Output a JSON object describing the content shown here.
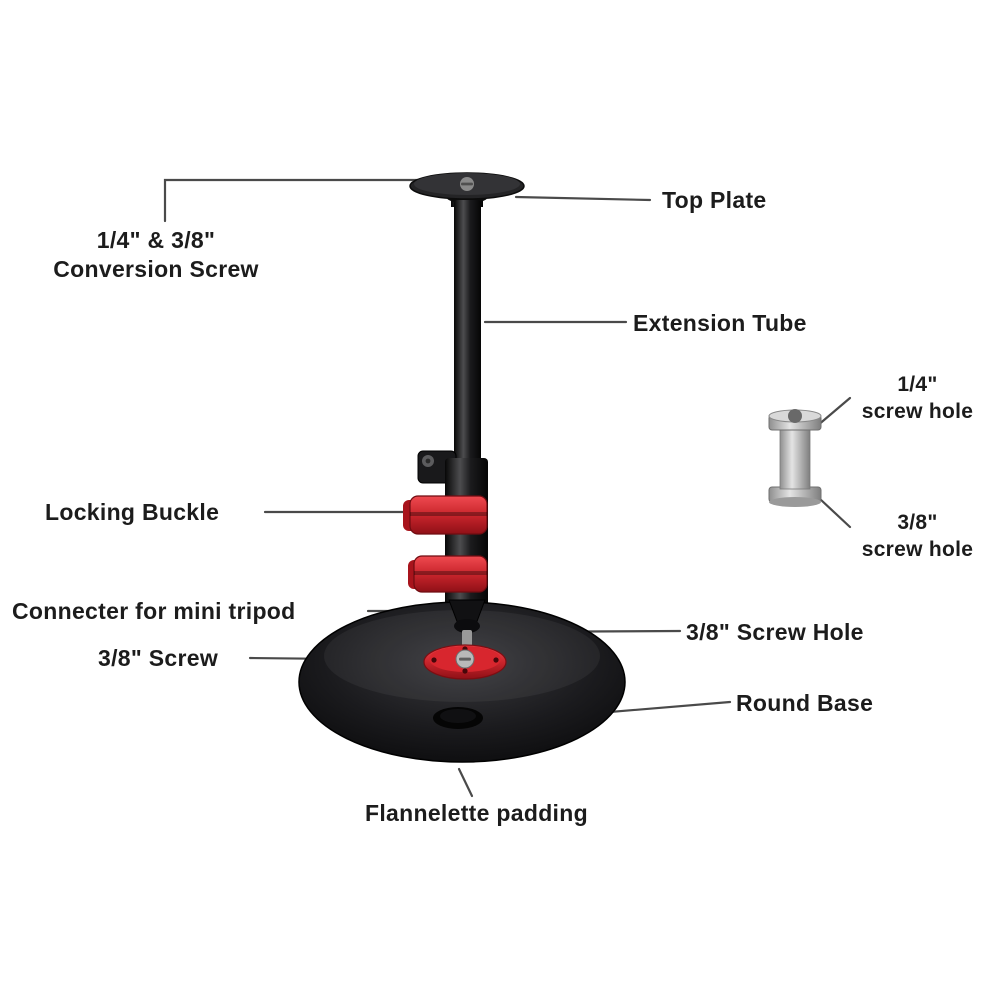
{
  "diagram": {
    "title": "Desktop light stand parts diagram",
    "labels": {
      "top_plate": "Top Plate",
      "conversion_screw_line1": "1/4\" & 3/8\"",
      "conversion_screw_line2": "Conversion Screw",
      "extension_tube": "Extension Tube",
      "quarter_hole_line1": "1/4\"",
      "quarter_hole_line2": "screw hole",
      "locking_buckle": "Locking Buckle",
      "connecter_mini_tripod": "Connecter for mini tripod",
      "three_eighth_screw": "3/8\" Screw",
      "three_eighth_screw_hole": "3/8\" Screw Hole",
      "three_eighth_hole_line1": "3/8\"",
      "three_eighth_hole_line2": "screw hole",
      "round_base": "Round Base",
      "flannelette_padding": "Flannelette padding"
    },
    "colors": {
      "accent_red": "#c9252c",
      "body_black": "#141416",
      "label_text": "#1c1c1c",
      "leader_line": "#4a4a4a",
      "metal_silver": "#b9b9b9"
    }
  }
}
